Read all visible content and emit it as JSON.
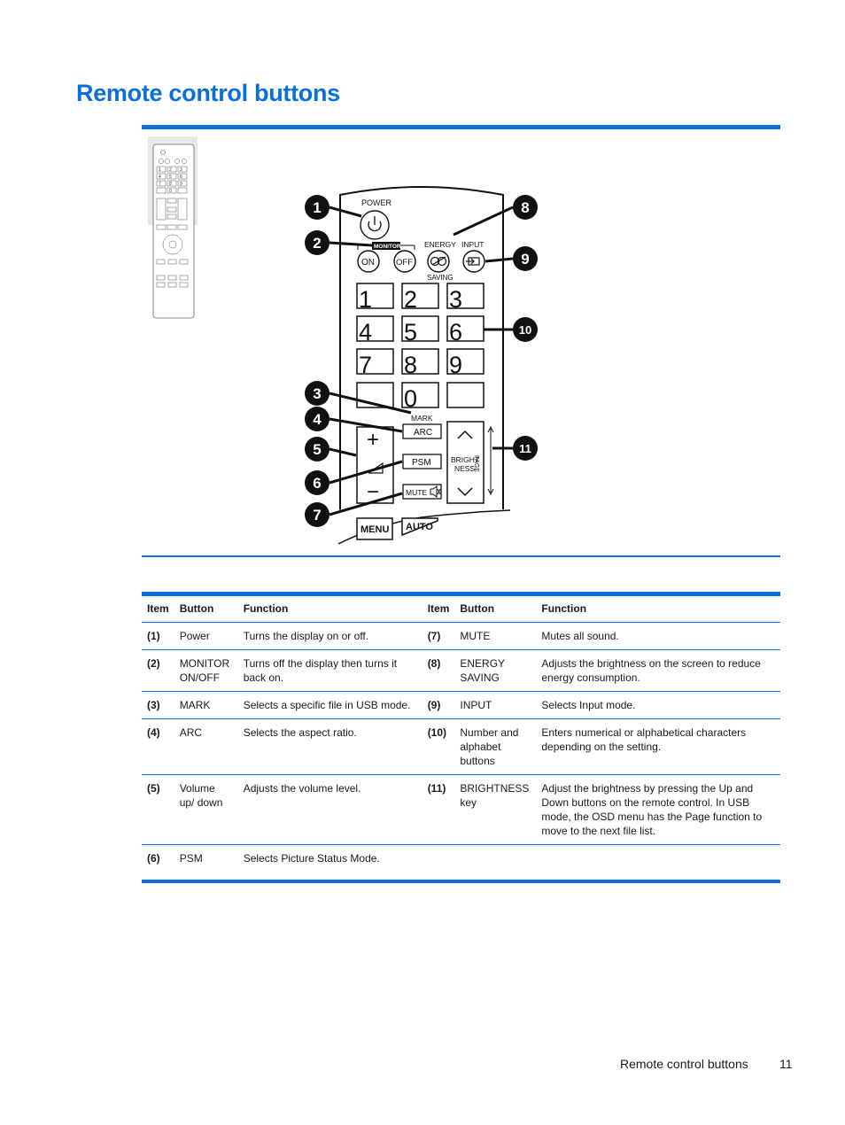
{
  "page": {
    "title": "Remote control buttons",
    "footer_title": "Remote control buttons",
    "page_number": "11",
    "accent_color": "#0a6fd8"
  },
  "figure": {
    "labels": {
      "power": "POWER",
      "monitor": "MONITOR",
      "on": "ON",
      "off": "OFF",
      "energy": "ENERGY",
      "saving": "SAVING",
      "input": "INPUT",
      "mark": "MARK",
      "arc": "ARC",
      "psm": "PSM",
      "mute": "MUTE",
      "bright": "BRIGHT",
      "ness": "NESS",
      "page": "PAGE",
      "menu": "MENU",
      "auto": "AUTO",
      "plus": "+",
      "minus": "−"
    },
    "digits": [
      "1",
      "2",
      "3",
      "4",
      "5",
      "6",
      "7",
      "8",
      "9",
      "0"
    ],
    "callouts": [
      "1",
      "2",
      "3",
      "4",
      "5",
      "6",
      "7",
      "8",
      "9",
      "10",
      "11"
    ]
  },
  "table": {
    "headers": [
      "Item",
      "Button",
      "Function",
      "Item",
      "Button",
      "Function"
    ],
    "rows": [
      {
        "i1": "(1)",
        "b1": "Power",
        "f1": "Turns the display on or off.",
        "i2": "(7)",
        "b2": "MUTE",
        "f2": "Mutes all sound."
      },
      {
        "i1": "(2)",
        "b1": "MONITOR ON/OFF",
        "f1": "Turns off the display then turns it back on.",
        "i2": "(8)",
        "b2": "ENERGY SAVING",
        "f2": "Adjusts the brightness on the screen to reduce energy consumption."
      },
      {
        "i1": "(3)",
        "b1": "MARK",
        "f1": "Selects a specific file in USB mode.",
        "i2": "(9)",
        "b2": "INPUT",
        "f2": "Selects Input mode."
      },
      {
        "i1": "(4)",
        "b1": "ARC",
        "f1": "Selects the aspect ratio.",
        "i2": "(10)",
        "b2": "Number and alphabet buttons",
        "f2": "Enters numerical or alphabetical characters depending on the setting."
      },
      {
        "i1": "(5)",
        "b1": "Volume up/ down",
        "f1": "Adjusts the volume level.",
        "i2": "(11)",
        "b2": "BRIGHTNESS key",
        "f2": "Adjust the brightness by pressing the Up and Down buttons on the remote control. In USB mode, the OSD menu has the Page function to move to the next file list."
      },
      {
        "i1": "(6)",
        "b1": "PSM",
        "f1": "Selects Picture Status Mode.",
        "i2": "",
        "b2": "",
        "f2": ""
      }
    ]
  }
}
